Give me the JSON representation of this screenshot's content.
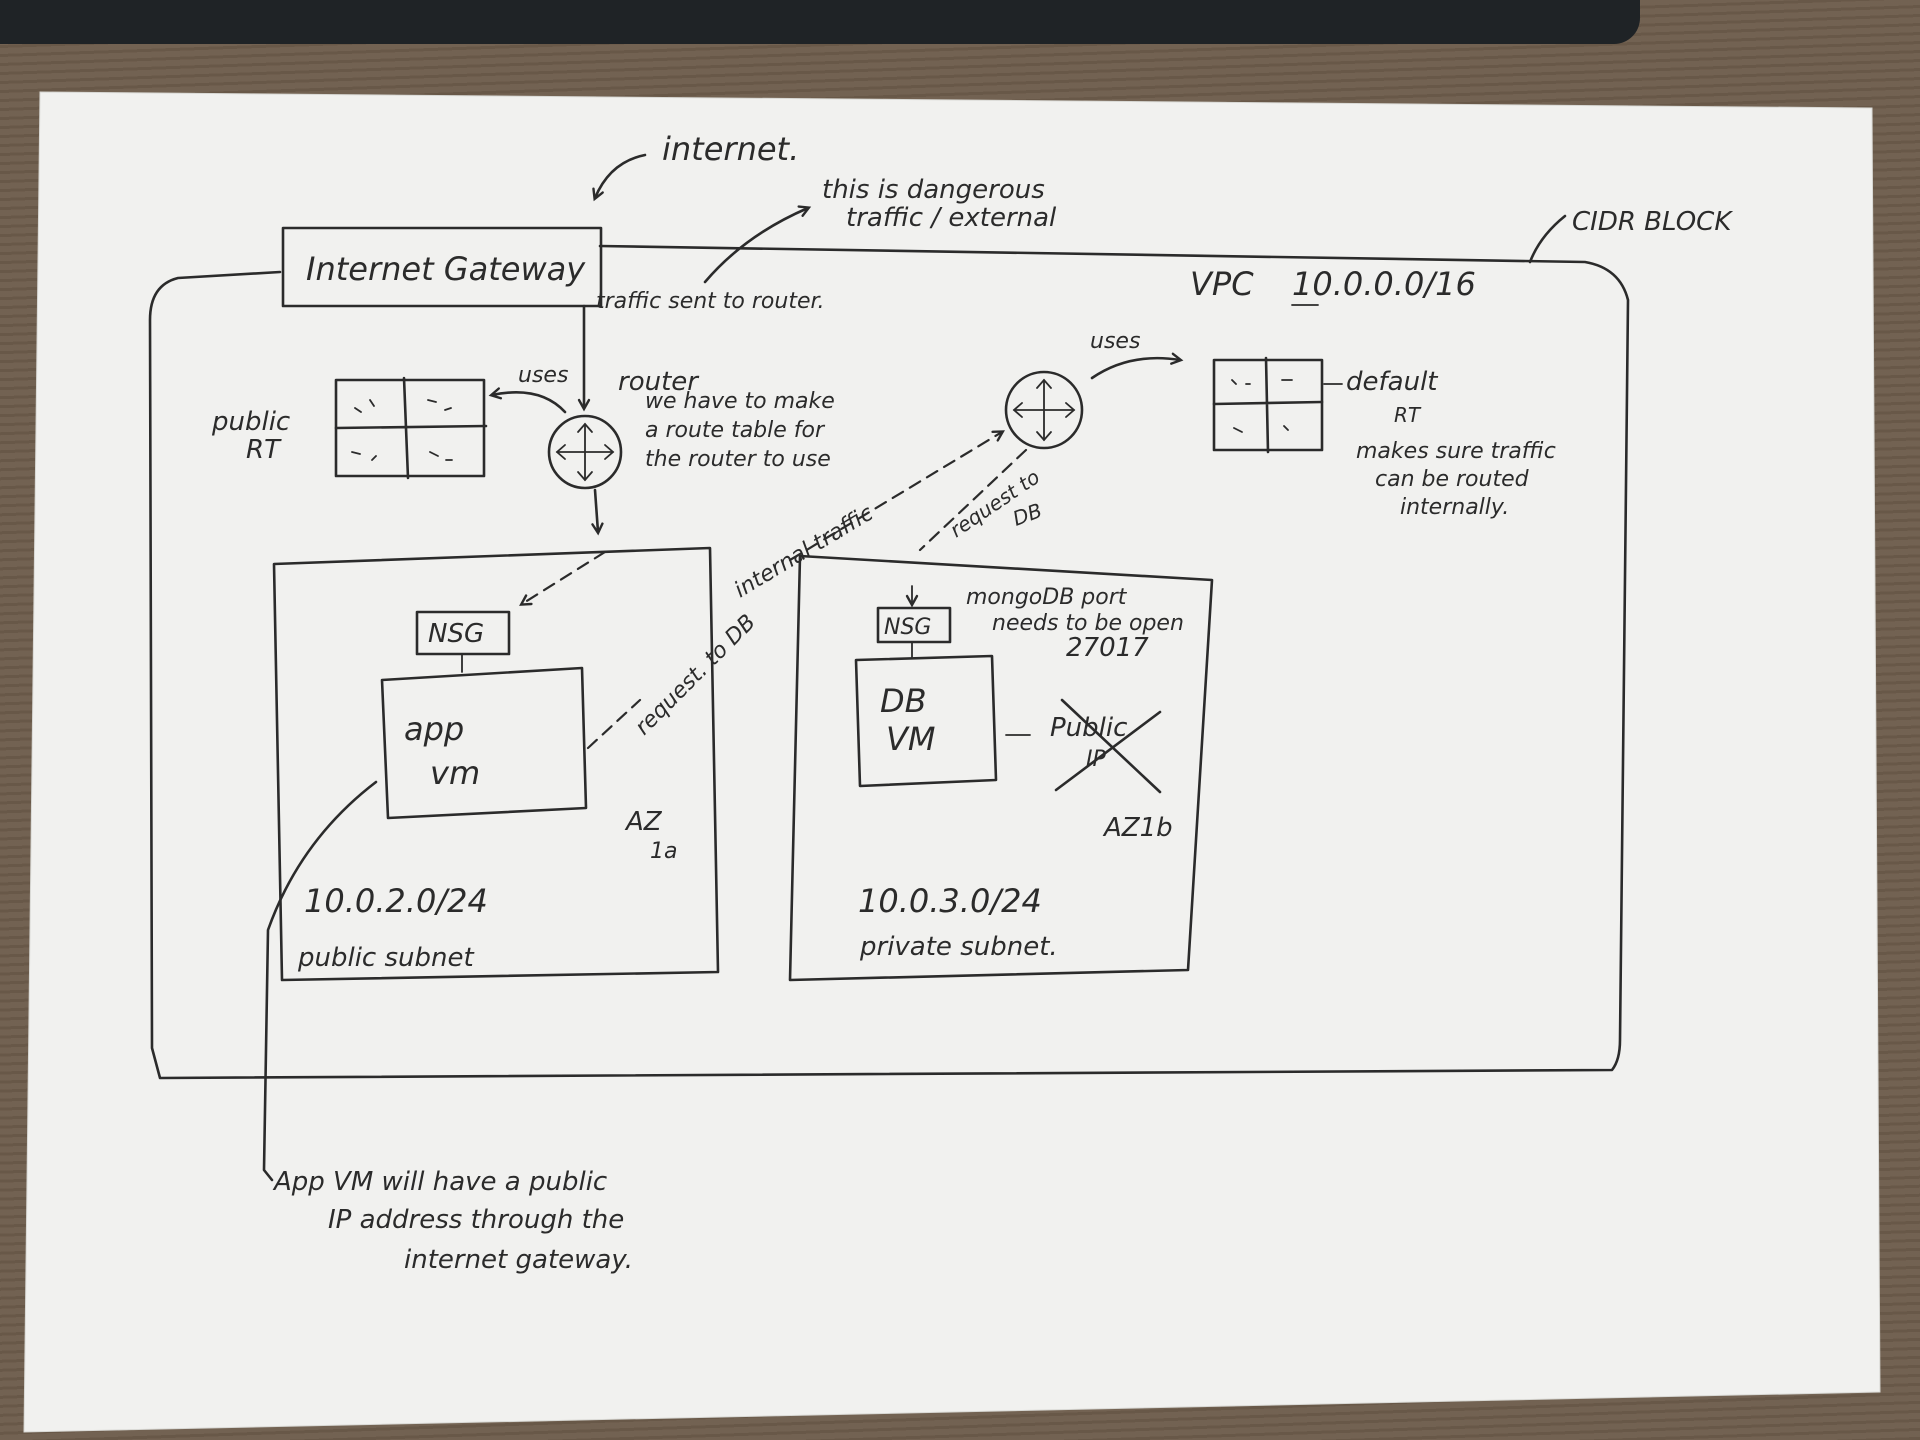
{
  "labels": {
    "internet": "internet.",
    "dangerous_1": "this is dangerous",
    "dangerous_2": "traffic / external",
    "cidr_block": "CIDR BLOCK",
    "internet_gateway": "Internet Gateway",
    "traffic_sent": "traffic sent to router.",
    "vpc": "VPC",
    "vpc_cidr": "10.0.0.0/16",
    "uses_left": "uses",
    "uses_right": "uses",
    "public_rt_1": "public",
    "public_rt_2": "RT",
    "router": "router",
    "router_note_1": "we have to make",
    "router_note_2": "a route table for",
    "router_note_3": "the router to use",
    "default_rt_1": "default",
    "default_rt_2": "RT",
    "default_note_1": "makes sure traffic",
    "default_note_2": "can be routed",
    "default_note_3": "internally.",
    "internal_traffic": "internal traffic",
    "request_to_db_top_1": "request to",
    "request_to_db_top_2": "DB",
    "nsg_left": "NSG",
    "nsg_right": "NSG",
    "mongo_1": "mongoDB port",
    "mongo_2": "needs to be open",
    "mongo_port": "27017",
    "request_to_db": "request. to DB",
    "app_vm_1": "app",
    "app_vm_2": "vm",
    "db_vm_1": "DB",
    "db_vm_2": "VM",
    "public_ip_1": "Public",
    "public_ip_2": "IP",
    "az_left_1": "AZ",
    "az_left_2": "1a",
    "az_right": "AZ1b",
    "public_subnet_cidr": "10.0.2.0/24",
    "public_subnet": "public subnet",
    "private_subnet_cidr": "10.0.3.0/24",
    "private_subnet": "private subnet.",
    "bottom_note_1": "App VM will have a public",
    "bottom_note_2": "IP address through the",
    "bottom_note_3": "internet gateway."
  },
  "icons": {
    "router_left": "router-icon",
    "router_right": "router-icon",
    "public_route_table": "table-icon",
    "default_route_table": "table-icon"
  },
  "colors": {
    "paper": "#f1f1ef",
    "ink": "#2b2b2b",
    "desk": "#6e5d4c"
  }
}
